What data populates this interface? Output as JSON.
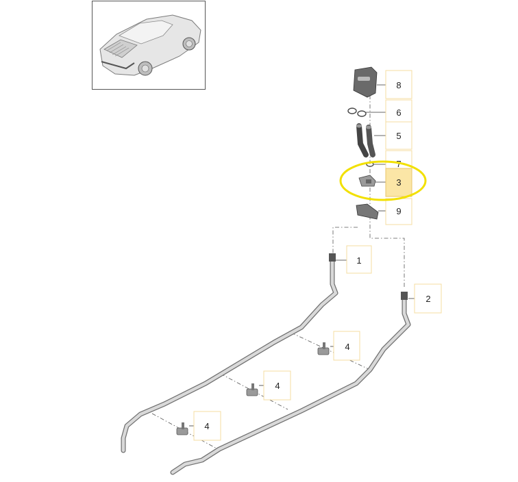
{
  "thumbnail": {
    "icon": "car-rear-view-icon"
  },
  "callouts": [
    {
      "id": "8",
      "label": "8"
    },
    {
      "id": "6",
      "label": "6"
    },
    {
      "id": "5",
      "label": "5"
    },
    {
      "id": "7",
      "label": "7"
    },
    {
      "id": "3",
      "label": "3",
      "selected": true
    },
    {
      "id": "9",
      "label": "9"
    },
    {
      "id": "1",
      "label": "1"
    },
    {
      "id": "2",
      "label": "2"
    },
    {
      "id": "4a",
      "label": "4"
    },
    {
      "id": "4b",
      "label": "4"
    },
    {
      "id": "4c",
      "label": "4"
    }
  ],
  "colors": {
    "highlight_ring": "#f2e000",
    "callout_active": "#fbe6a6",
    "callout_border": "#f4dca0"
  }
}
